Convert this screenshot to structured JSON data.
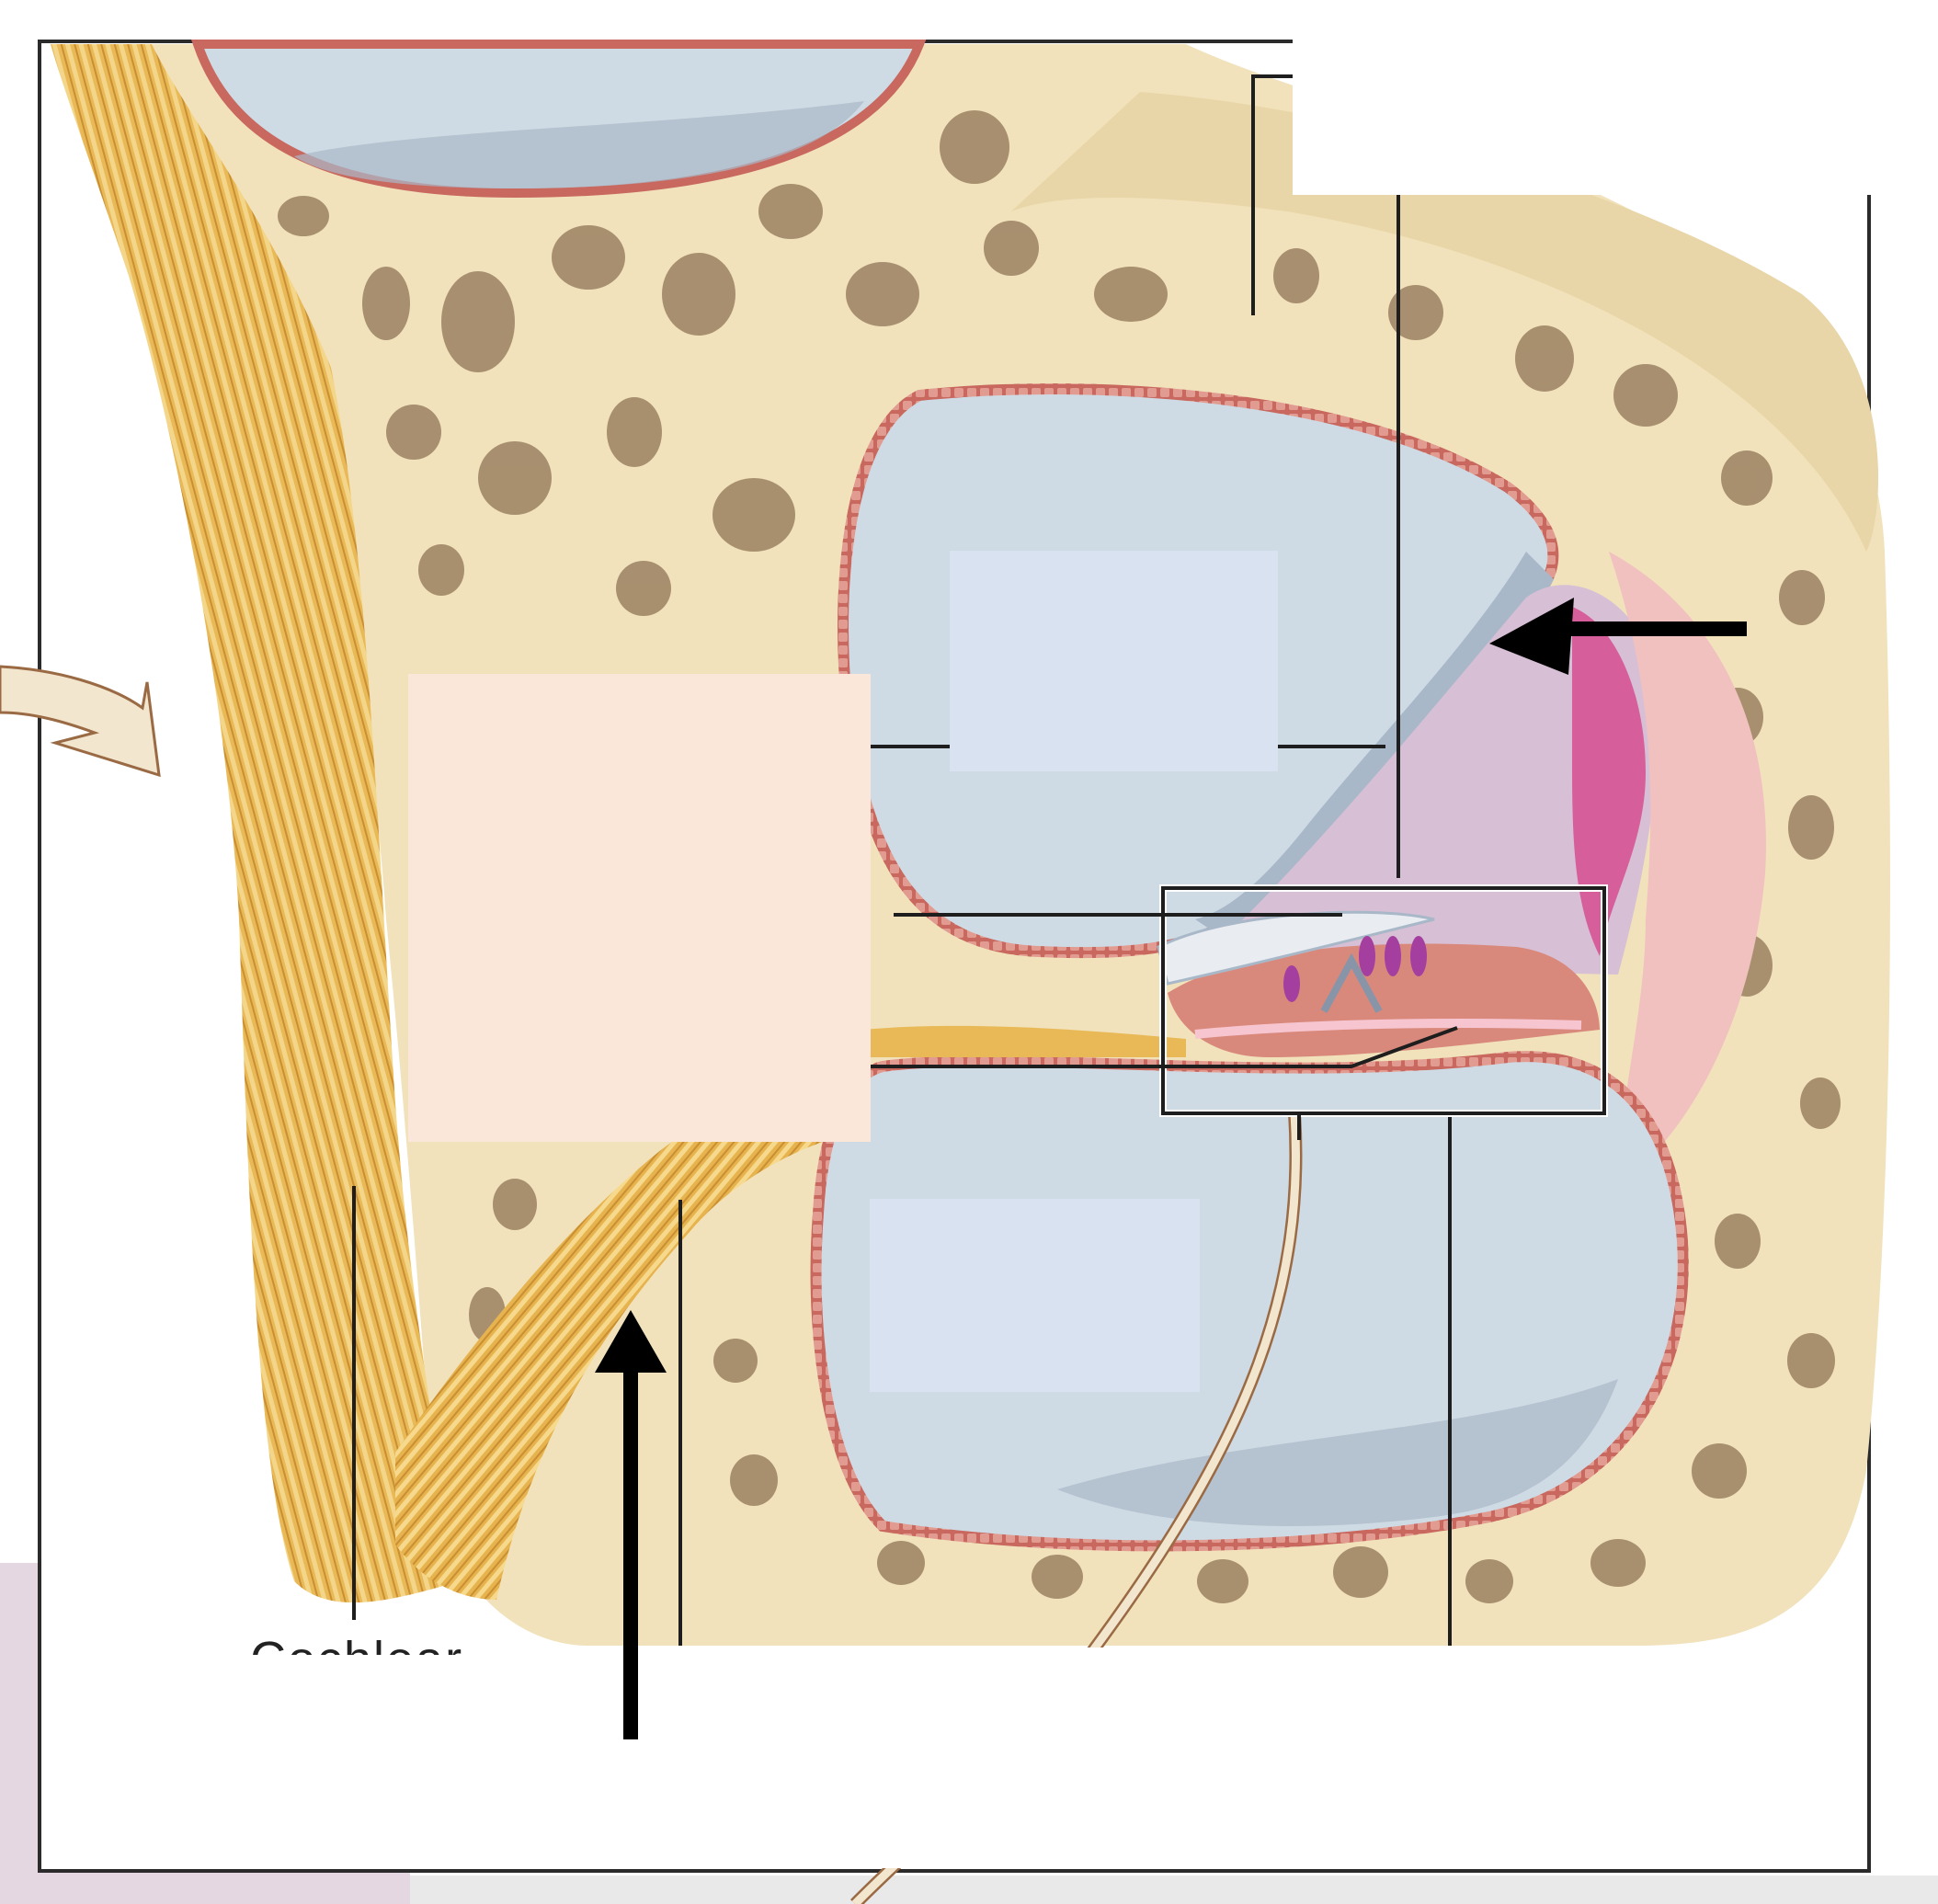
{
  "figure": {
    "subject": "Cross section of the cochlea (one turn) with organ of Corti detail box",
    "background": "#ffffff",
    "frame_color": "#2b2b2b",
    "side_panel_color": "#e4d7e2"
  },
  "colors": {
    "bone": "#f1e2bb",
    "bone_dark_spots": "#8f7456",
    "bone_highlight": "#fbf2d6",
    "perilymph_blue": "#cfdbe4",
    "membrane_gray_blue": "#a9b8c8",
    "epithelium_red": "#c8685f",
    "endolymph_lavender": "#d7bfd5",
    "stria_pink": "#e79bb0",
    "spiral_ligament_pink": "#f1c1c0",
    "nerve_yellow": "#e8b956",
    "nerve_yellow_light": "#f4d68a",
    "hair_cell_purple": "#a43fa0",
    "label_box_peach": "#fbe6da",
    "label_box_blue": "#d8e2f1",
    "arrow_black": "#000000",
    "curved_arrow_fill": "#f3e6cf",
    "curved_arrow_stroke": "#9a6a44"
  },
  "labels": {
    "cochlear_nerve_partial": "Cochlear",
    "blank_boxes": [
      {
        "id": "top-right-white-box",
        "text": ""
      },
      {
        "id": "scala-vestibuli-box",
        "text": ""
      },
      {
        "id": "peach-label-box",
        "text": ""
      },
      {
        "id": "scala-tympani-box",
        "text": ""
      },
      {
        "id": "bottom-white-strip",
        "text": ""
      }
    ]
  },
  "arrows": [
    {
      "id": "right-pointer-arrow",
      "direction": "left",
      "target": "vestibular membrane"
    },
    {
      "id": "bottom-pointer-arrow",
      "direction": "up",
      "target": "cochlear nerve branch"
    },
    {
      "id": "curved-arrow",
      "direction": "right-down"
    }
  ],
  "detail_box": {
    "id": "organ-of-corti-inset",
    "stroke": "#1e1e1e"
  }
}
